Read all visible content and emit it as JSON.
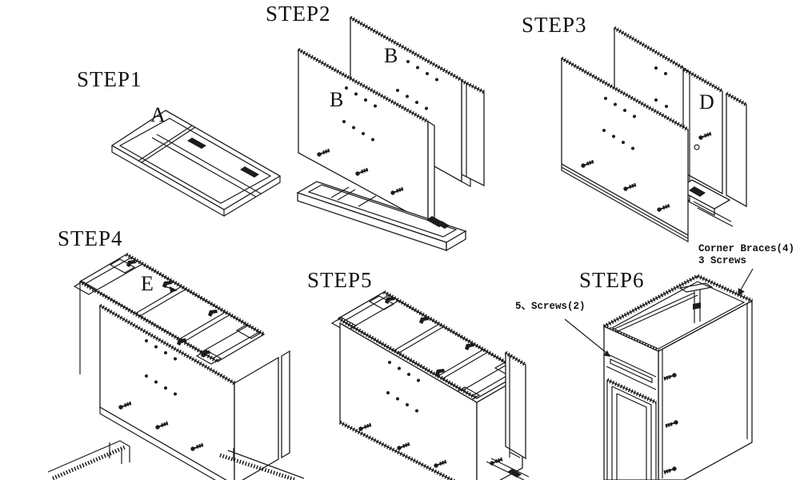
{
  "document": {
    "background": "#ffffff",
    "ink": "#1c1c1c",
    "type": "cabinet assembly instruction sheet"
  },
  "steps": [
    {
      "label": "STEP1",
      "part_labels": [
        "A"
      ]
    },
    {
      "label": "STEP2",
      "part_labels": [
        "B",
        "B"
      ]
    },
    {
      "label": "STEP3",
      "part_labels": [
        "D"
      ]
    },
    {
      "label": "STEP4",
      "part_labels": [
        "E"
      ]
    },
    {
      "label": "STEP5",
      "part_labels": []
    },
    {
      "label": "STEP6",
      "part_labels": []
    }
  ],
  "annotations": {
    "corner_braces_line1": "Corner Braces(4)",
    "corner_braces_line2": "3 Screws",
    "screws_note": "5、Screws(2)"
  },
  "icons": {
    "screw": "screw-icon",
    "hole": "hole-dot-icon",
    "corner_clip": "corner-clip-icon",
    "leader": "leader-arrow-icon"
  }
}
